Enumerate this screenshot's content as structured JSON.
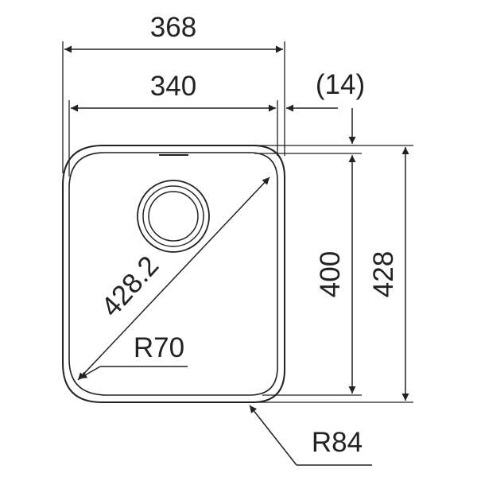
{
  "drawing": {
    "dimensions": {
      "overall_width": "368",
      "inner_width": "340",
      "offset": "(14)",
      "inner_height": "400",
      "overall_height": "428",
      "diagonal": "428.2",
      "inner_radius": "R70",
      "outer_radius": "R84"
    },
    "colors": {
      "line": "#222222",
      "background": "#ffffff"
    }
  }
}
